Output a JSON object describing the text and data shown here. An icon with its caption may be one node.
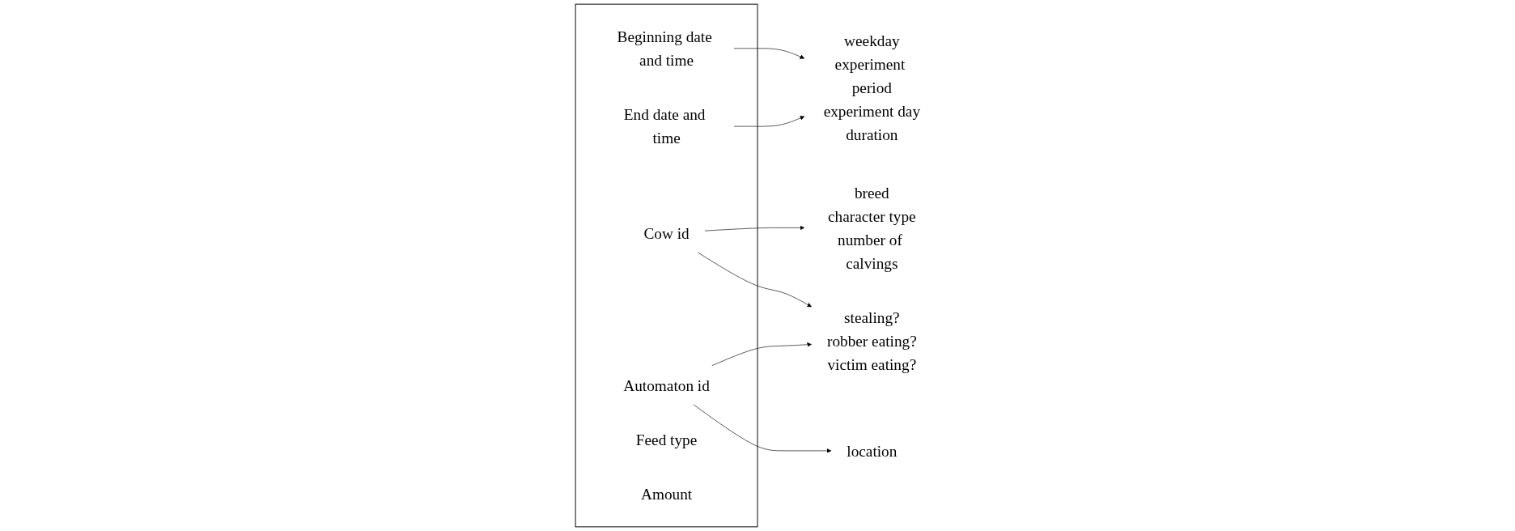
{
  "diagram": {
    "nodes": [
      {
        "text": [],
        "shape": "box"
      },
      {
        "text": [
          "Beginning date and time"
        ],
        "in": 0
      },
      {
        "text": [
          "End date and time"
        ],
        "in": 0
      },
      {
        "text": [
          "Cow id"
        ],
        "in": 0
      },
      {
        "text": [
          "Automaton id"
        ],
        "in": 0
      },
      {
        "text": [
          "Feed type"
        ],
        "in": 0
      },
      {
        "text": [
          "Amount"
        ],
        "in": 0
      },
      {
        "text": [
          "weekday",
          "experiment period",
          "experiment day",
          "duration"
        ]
      },
      {
        "text": [
          "breed",
          "character type",
          "number of calvings"
        ]
      },
      {
        "text": [
          "location"
        ]
      },
      {
        "text": [
          "stealing?",
          "robber eating?",
          "victim eating?"
        ]
      }
    ],
    "edges": [
      {
        "from": 1,
        "to": 7,
        "arrow": "to"
      },
      {
        "from": 2,
        "to": 7,
        "arrow": "to"
      },
      {
        "from": 3,
        "to": 8,
        "arrow": "to"
      },
      {
        "from": 4,
        "to": 9,
        "arrow": "to"
      },
      {
        "from": 3,
        "to": 10,
        "arrow": "to"
      },
      {
        "from": 4,
        "to": 10,
        "arrow": "to"
      }
    ]
  }
}
